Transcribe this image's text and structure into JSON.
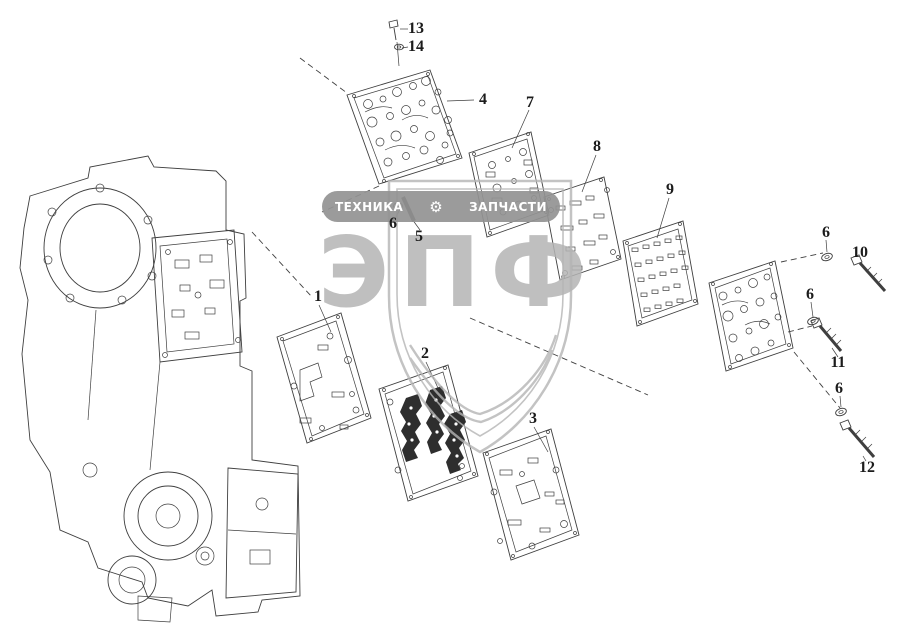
{
  "canvas": {
    "background": "#ffffff",
    "line_color": "#3f3f3f"
  },
  "callouts": {
    "c1": "1",
    "c2": "2",
    "c3": "3",
    "c4": "4",
    "c5": "5",
    "c6a": "6",
    "c6b": "6",
    "c6c": "6",
    "c6d": "6",
    "c7": "7",
    "c8": "8",
    "c9": "9",
    "c10": "10",
    "c11": "11",
    "c12": "12",
    "c13": "13",
    "c14": "14"
  },
  "watermark": {
    "letters": "ЭПФ",
    "banner_left": "ТЕХНИКА",
    "banner_right": "ЗАПЧАСТИ",
    "gear_icon": "⚙",
    "colors": {
      "letters": "#b4b4b4",
      "banner": "#939393",
      "shield": "#b5b5b5"
    }
  }
}
